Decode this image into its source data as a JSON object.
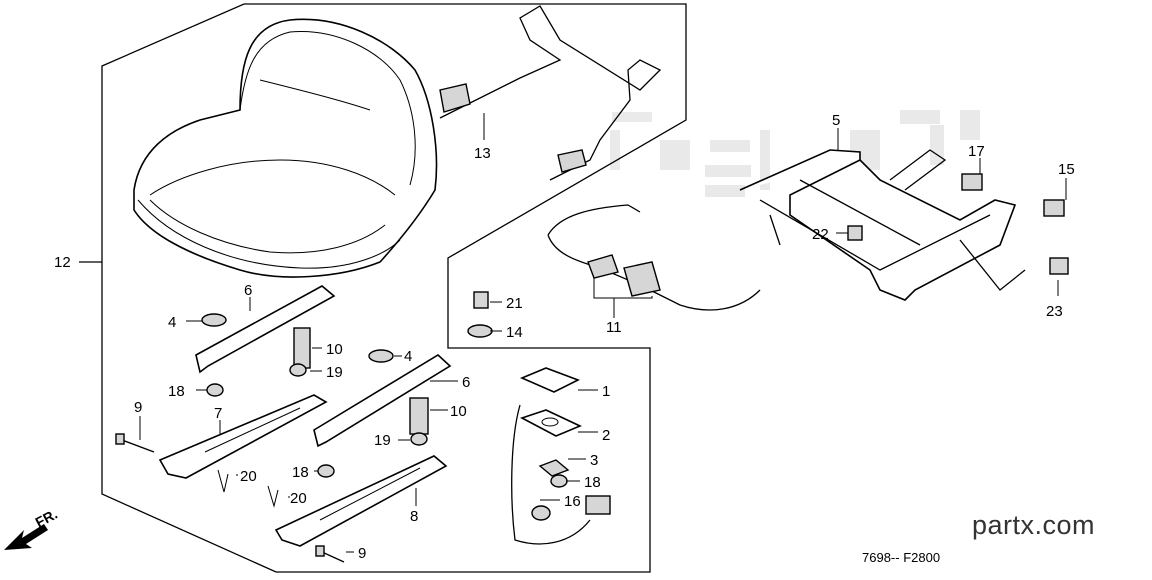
{
  "diagram": {
    "callouts": [
      "1",
      "2",
      "3",
      "4",
      "4",
      "5",
      "6",
      "6",
      "7",
      "8",
      "9",
      "9",
      "10",
      "10",
      "11",
      "12",
      "13",
      "14",
      "15",
      "16",
      "17",
      "18",
      "18",
      "18",
      "19",
      "19",
      "20",
      "20",
      "21",
      "22",
      "23"
    ],
    "direction_label": "FR.",
    "drawing_code": "7698-- F2800",
    "watermark_brand": "partx.com"
  }
}
